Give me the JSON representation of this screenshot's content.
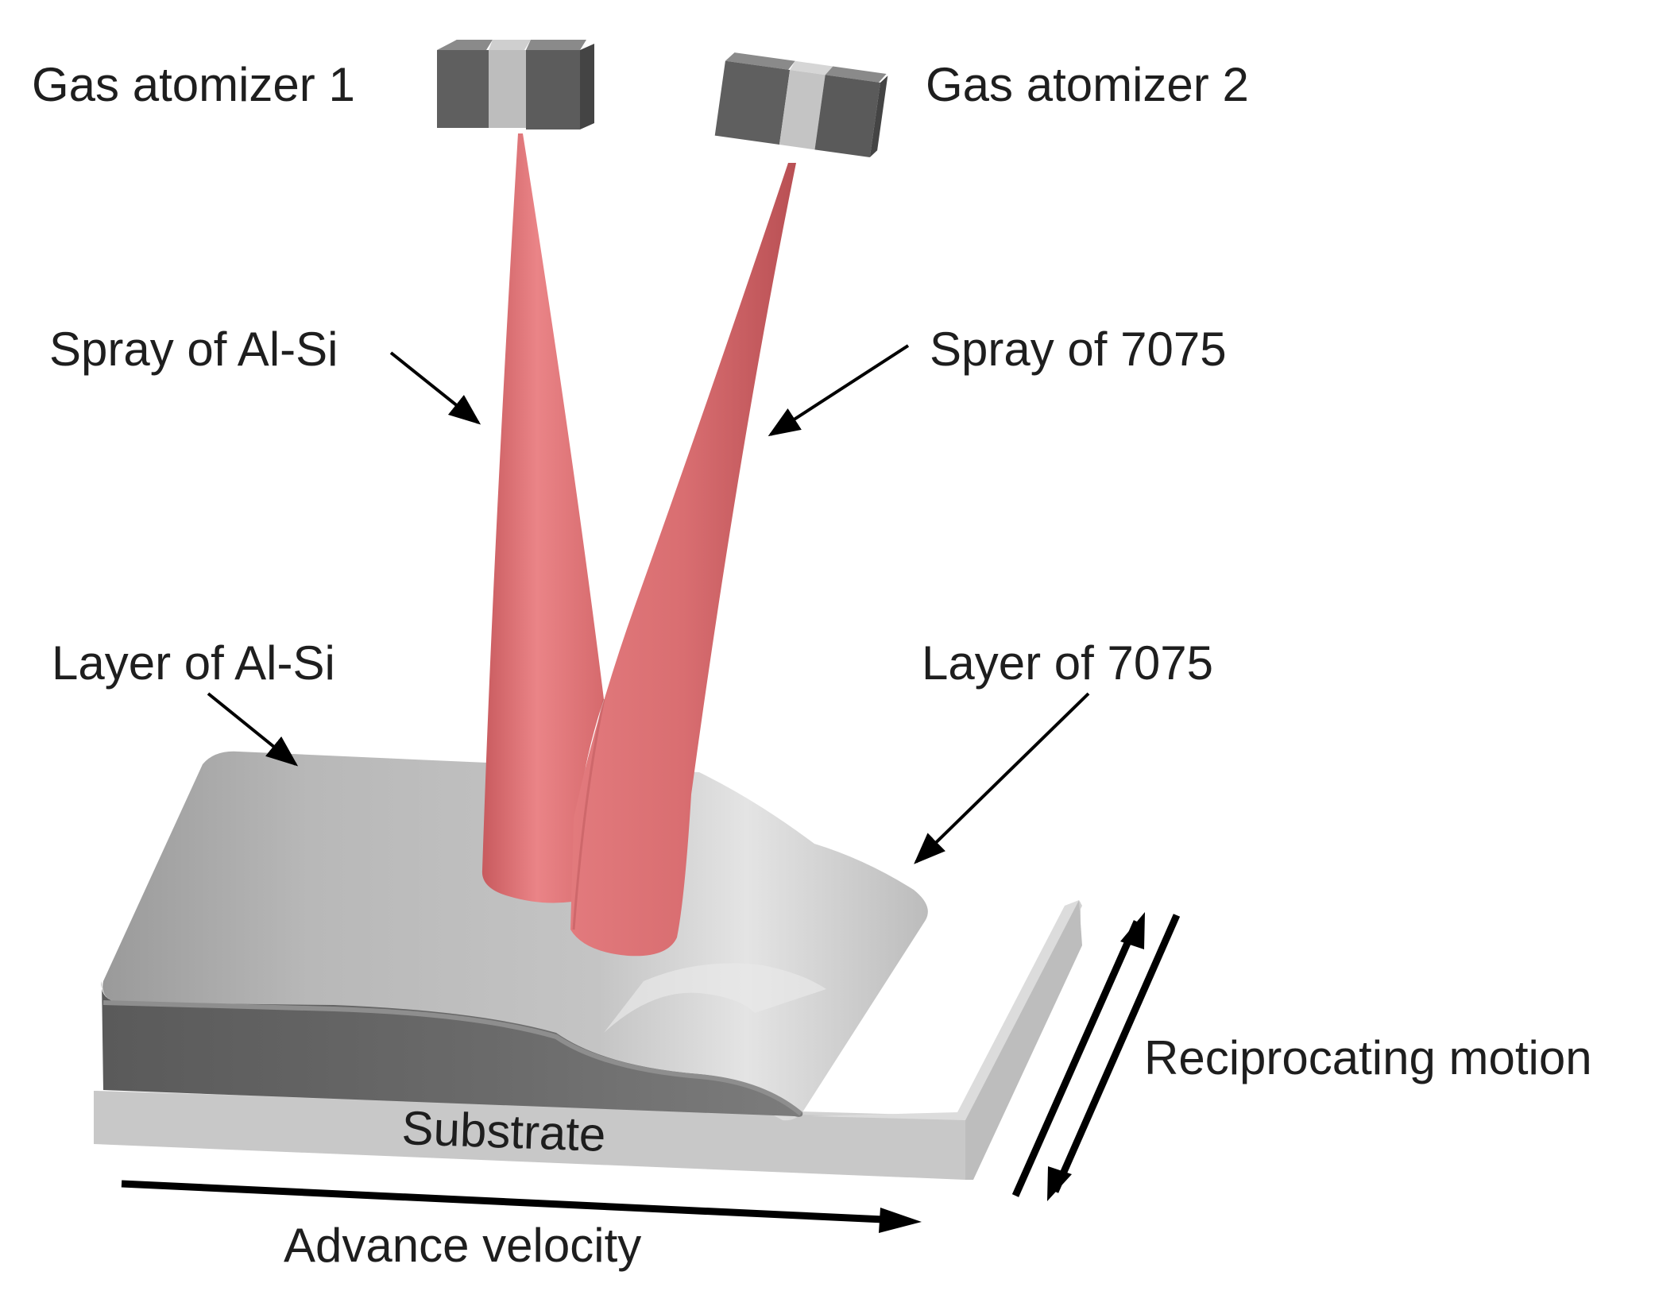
{
  "labels": {
    "gas_atomizer_1": "Gas atomizer 1",
    "gas_atomizer_2": "Gas atomizer 2",
    "spray_alsi": "Spray of Al-Si",
    "spray_7075": "Spray of 7075",
    "layer_alsi": "Layer of Al-Si",
    "layer_7075": "Layer of 7075",
    "substrate": "Substrate",
    "reciprocating_motion": "Reciprocating motion",
    "advance_velocity": "Advance velocity"
  },
  "colors": {
    "spray": "#e06e71",
    "atomizer": "#5f5f5f",
    "layer": "#b4b4b4",
    "substrate": "#c6c6c6",
    "arrow": "#000000"
  }
}
